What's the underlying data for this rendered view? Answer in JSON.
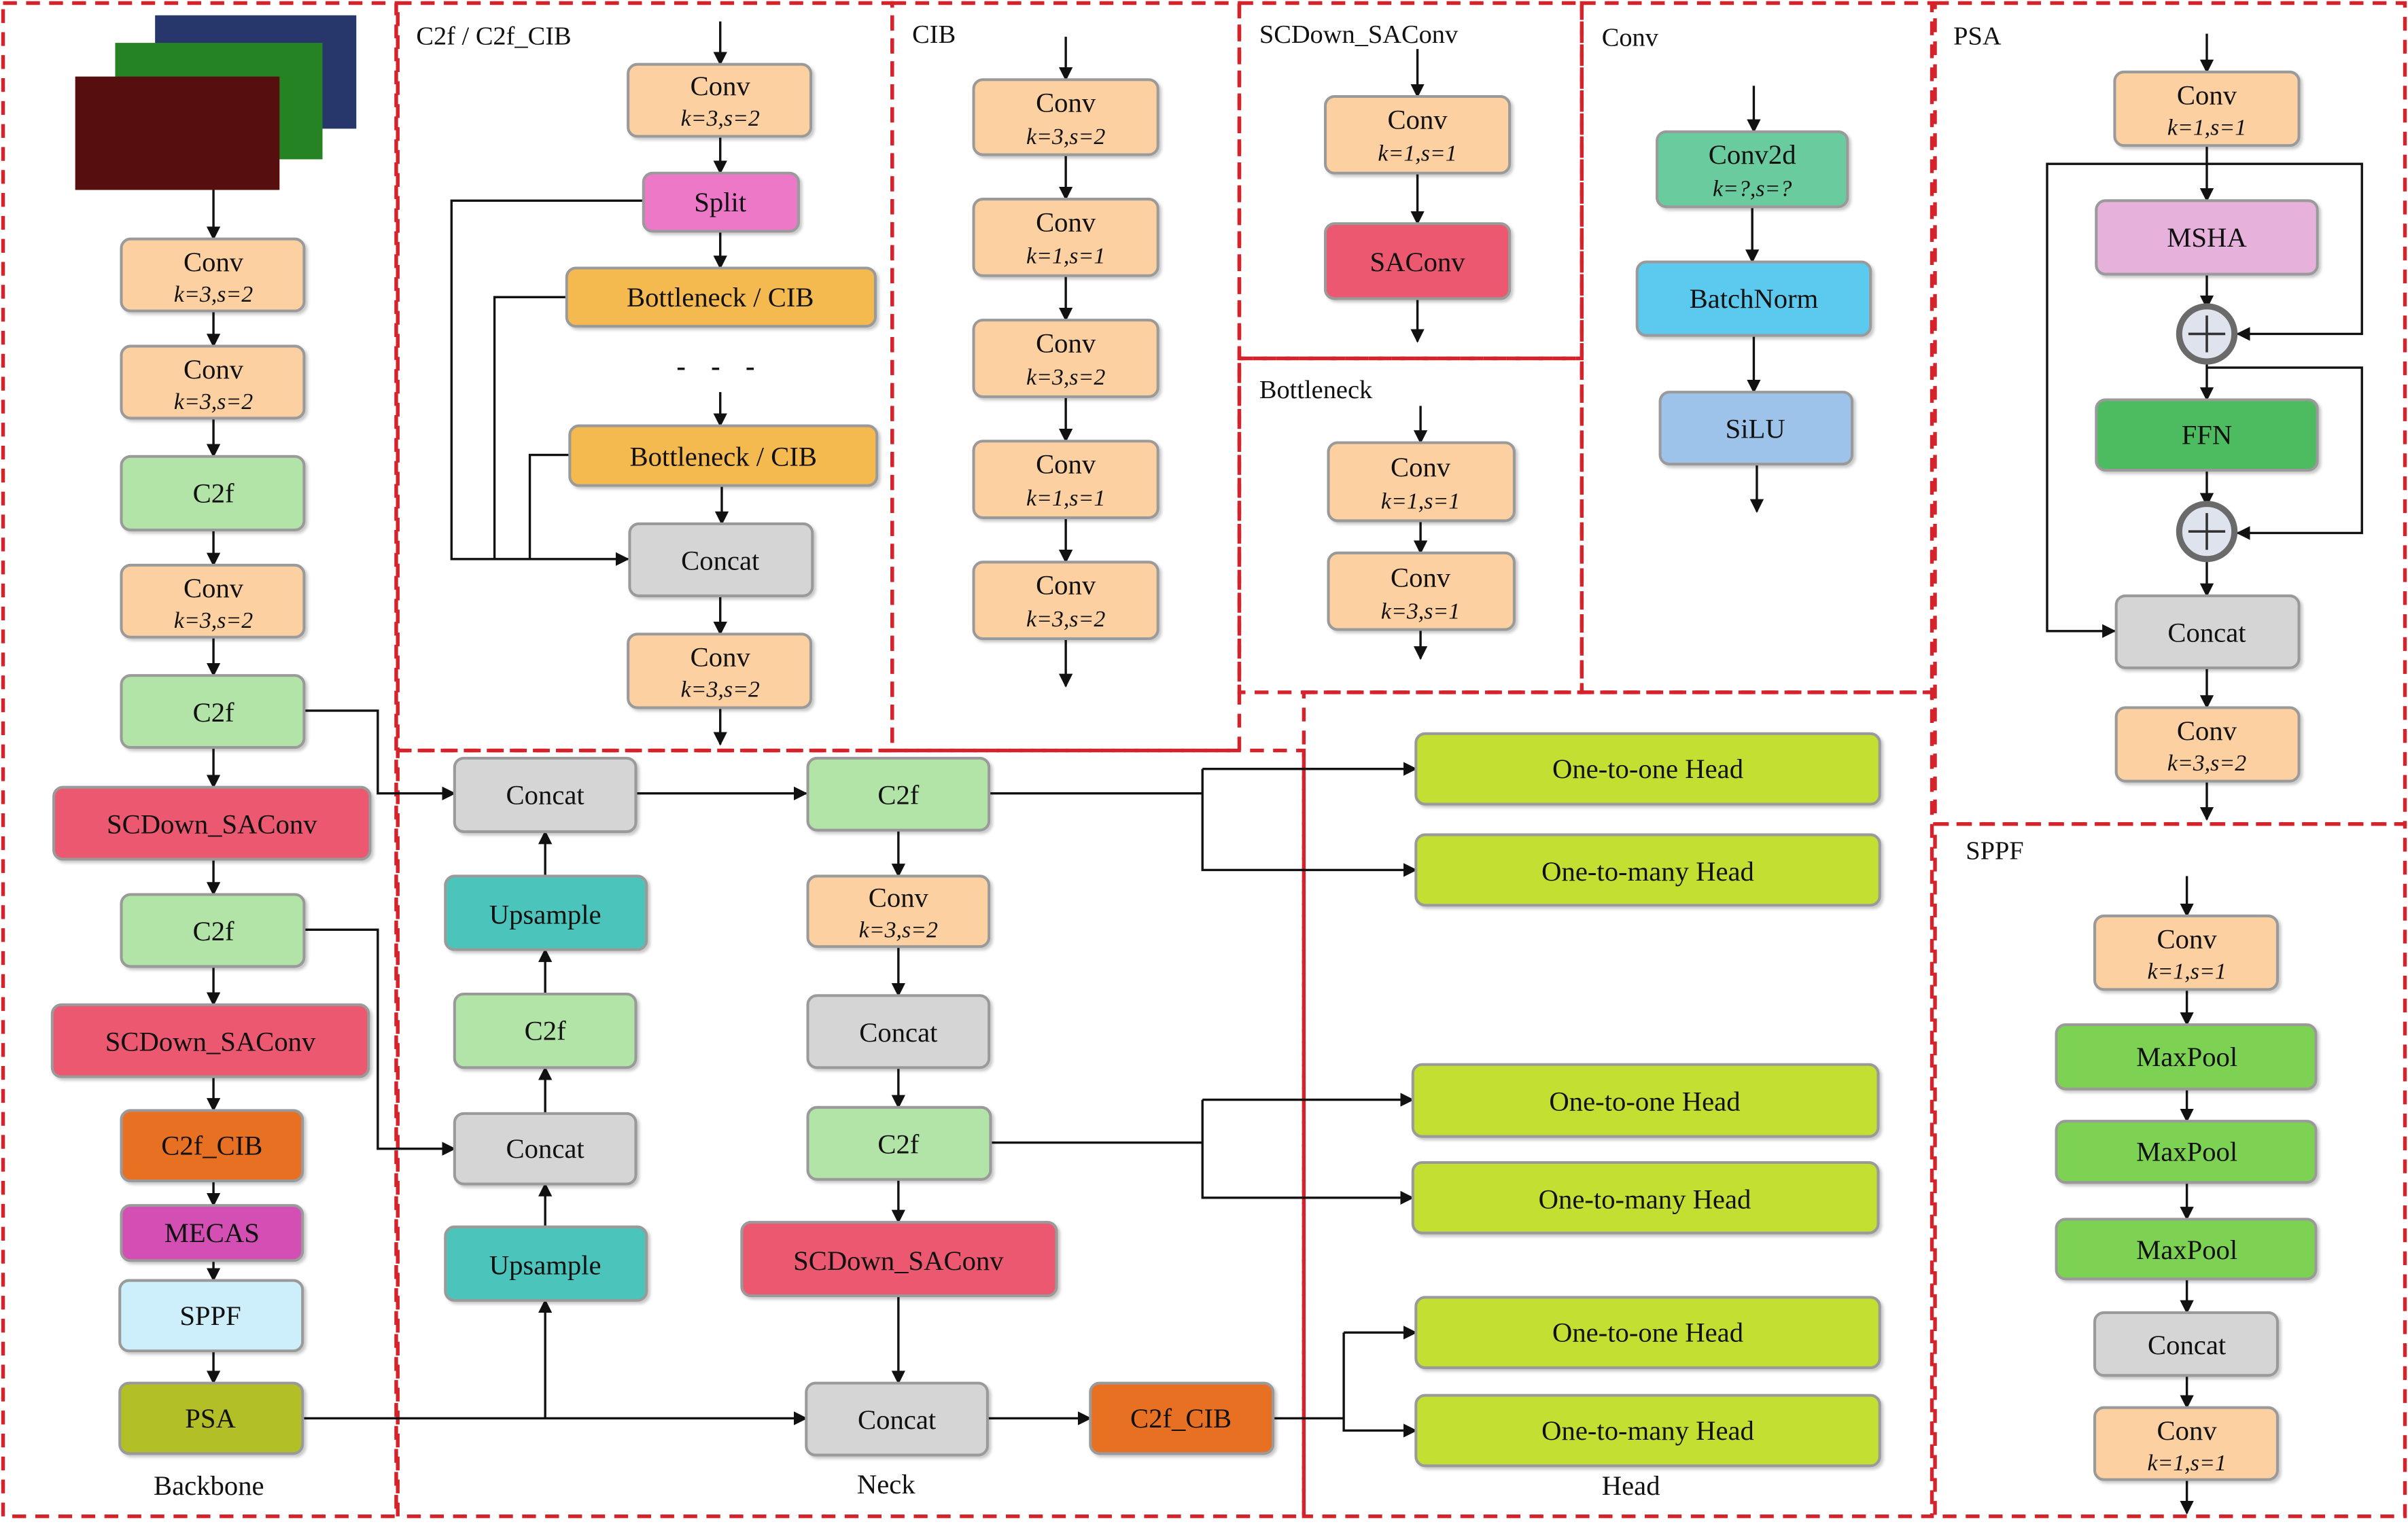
{
  "colors": {
    "conv": "#fcd0a1",
    "c2f": "#b2e3a7",
    "scdown": "#ec5870",
    "c2f_cib": "#e87024",
    "mecas": "#d34fb4",
    "sppf_box": "#cdeefb",
    "psa_box": "#b3bf26",
    "gray": "#d5d5d5",
    "split": "#ee78c8",
    "bottleneck": "#f4b94f",
    "saconv": "#ec5870",
    "conv2d": "#6bcb9f",
    "batchnorm": "#5bc9ef",
    "silu": "#9dc3ea",
    "msha": "#e6b1db",
    "ffn": "#4dbb5f",
    "maxpool": "#7ed253",
    "head": "#c3e032",
    "upsample": "#4cc5bb",
    "panel_border": "#d4232a",
    "box_border": "#9a9a9a"
  },
  "images": {
    "input_stack": "three overlapping image tiles (blue, green, red)"
  },
  "icons": {
    "plus": "circle-plus-icon"
  },
  "panels": {
    "c2f_title": "C2f / C2f_CIB",
    "cib_title": "CIB",
    "scdown_title": "SCDown_SAConv",
    "conv_title": "Conv",
    "psa_title": "PSA",
    "bottleneck_title": "Bottleneck",
    "sppf_title": "SPPF",
    "backbone_caption": "Backbone",
    "neck_caption": "Neck",
    "head_caption": "Head"
  },
  "backbone": {
    "conv1": {
      "label": "Conv",
      "params": "k=3,s=2"
    },
    "conv2": {
      "label": "Conv",
      "params": "k=3,s=2"
    },
    "c2f1": "C2f",
    "conv3": {
      "label": "Conv",
      "params": "k=3,s=2"
    },
    "c2f2": "C2f",
    "scdown1": "SCDown_SAConv",
    "c2f3": "C2f",
    "scdown2": "SCDown_SAConv",
    "c2f_cib": "C2f_CIB",
    "mecas": "MECAS",
    "sppf": "SPPF",
    "psa": "PSA"
  },
  "c2f_block": {
    "conv_top": {
      "label": "Conv",
      "params": "k=3,s=2"
    },
    "split": "Split",
    "bottleneck1": "Bottleneck / CIB",
    "ellipsis": "- - -",
    "bottleneck2": "Bottleneck / CIB",
    "concat": "Concat",
    "conv_bottom": {
      "label": "Conv",
      "params": "k=3,s=2"
    }
  },
  "cib_block": [
    {
      "label": "Conv",
      "params": "k=3,s=2"
    },
    {
      "label": "Conv",
      "params": "k=1,s=1"
    },
    {
      "label": "Conv",
      "params": "k=3,s=2"
    },
    {
      "label": "Conv",
      "params": "k=1,s=1"
    },
    {
      "label": "Conv",
      "params": "k=3,s=2"
    }
  ],
  "scdown_block": {
    "conv": {
      "label": "Conv",
      "params": "k=1,s=1"
    },
    "saconv": "SAConv"
  },
  "bottleneck_block": [
    {
      "label": "Conv",
      "params": "k=1,s=1"
    },
    {
      "label": "Conv",
      "params": "k=3,s=1"
    }
  ],
  "conv_block": {
    "conv2d": {
      "label": "Conv2d",
      "params": "k=?,s=?"
    },
    "batchnorm": "BatchNorm",
    "silu": "SiLU"
  },
  "psa_block": {
    "conv_top": {
      "label": "Conv",
      "params": "k=1,s=1"
    },
    "msha": "MSHA",
    "ffn": "FFN",
    "concat": "Concat",
    "conv_bottom": {
      "label": "Conv",
      "params": "k=3,s=2"
    }
  },
  "sppf_block": {
    "conv_top": {
      "label": "Conv",
      "params": "k=1,s=1"
    },
    "maxpool1": "MaxPool",
    "maxpool2": "MaxPool",
    "maxpool3": "MaxPool",
    "concat": "Concat",
    "conv_bottom": {
      "label": "Conv",
      "params": "k=1,s=1"
    }
  },
  "neck": {
    "concat_a": "Concat",
    "upsample_a": "Upsample",
    "c2f_a": "C2f",
    "concat_b": "Concat",
    "upsample_b": "Upsample",
    "c2f_b": "C2f",
    "conv_b": {
      "label": "Conv",
      "params": "k=3,s=2"
    },
    "concat_c": "Concat",
    "c2f_c": "C2f",
    "scdown": "SCDown_SAConv",
    "concat_d": "Concat",
    "c2f_cib": "C2f_CIB"
  },
  "head": {
    "one_to_one_1": "One-to-one Head",
    "one_to_many_1": "One-to-many Head",
    "one_to_one_2": "One-to-one Head",
    "one_to_many_2": "One-to-many Head",
    "one_to_one_3": "One-to-one Head",
    "one_to_many_3": "One-to-many Head"
  }
}
